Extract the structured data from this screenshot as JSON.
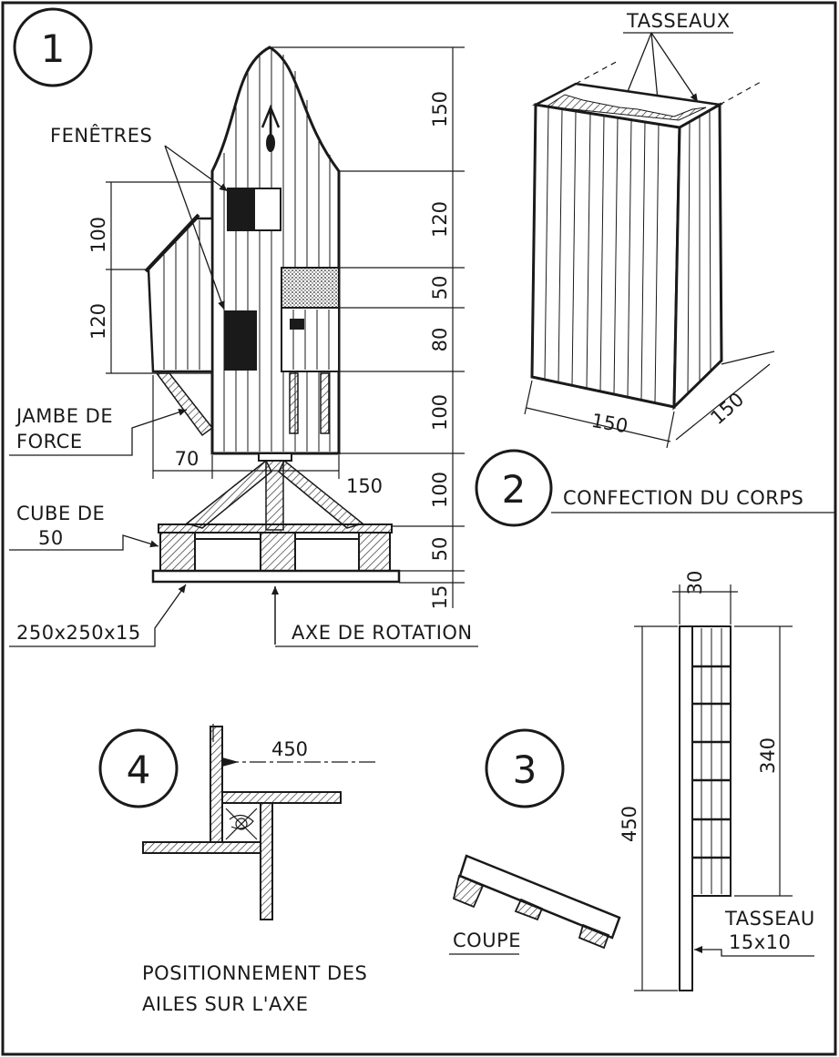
{
  "colors": {
    "ink": "#1a1a1a",
    "paper": "#ffffff",
    "hatch": "#333333"
  },
  "panels": {
    "p1": {
      "number": "1"
    },
    "p2": {
      "number": "2",
      "title": "CONFECTION DU CORPS"
    },
    "p3": {
      "number": "3"
    },
    "p4": {
      "number": "4",
      "caption_line1": "POSITIONNEMENT DES",
      "caption_line2": "AILES SUR L'AXE"
    }
  },
  "labels": {
    "fenetres": "FENÊTRES",
    "jambe_line1": "JAMBE DE",
    "jambe_line2": "FORCE",
    "cube_line1": "CUBE DE",
    "cube_line2": "50",
    "base": "250x250x15",
    "axe": "AXE DE ROTATION",
    "tasseaux": "TASSEAUX",
    "coupe": "COUPE",
    "tasseau_line1": "TASSEAU",
    "tasseau_line2": "15x10"
  },
  "dimensions": {
    "p1_right": [
      "150",
      "120",
      "50",
      "80",
      "100",
      "100",
      "50",
      "15"
    ],
    "p1_left": [
      "100",
      "120"
    ],
    "p1_bottom_left": "70",
    "p1_bottom_right": "150",
    "p2_width": "150",
    "p2_depth": "150",
    "p3_total": "450",
    "p3_inner": "340",
    "p3_top": "30",
    "p4_length": "450"
  }
}
